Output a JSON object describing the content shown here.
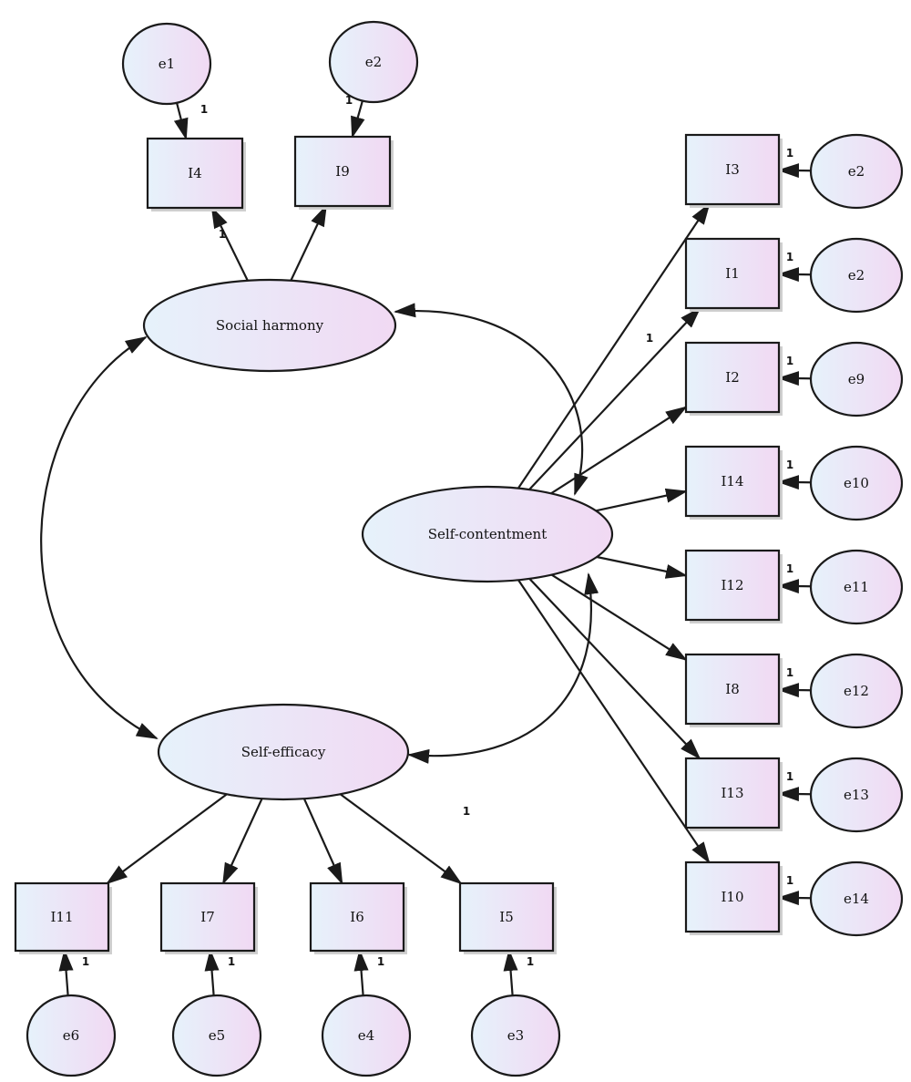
{
  "colors": {
    "fill_left": "#e6f2fb",
    "fill_right": "#f1d9f3",
    "stroke": "#1a1a1a",
    "background": "#ffffff"
  },
  "latent_variables": {
    "social_harmony": "Social harmony",
    "self_contentment": "Self-contentment",
    "self_efficacy": "Self-efficacy"
  },
  "social_harmony_items": [
    {
      "indicator": "I4",
      "error": "e1",
      "error_weight": "1",
      "loading": "1"
    },
    {
      "indicator": "I9",
      "error": "e2",
      "error_weight": "1",
      "loading": ""
    }
  ],
  "self_contentment_items": [
    {
      "indicator": "I3",
      "error": "e2",
      "error_weight": "1",
      "loading": ""
    },
    {
      "indicator": "I1",
      "error": "e2",
      "error_weight": "1",
      "loading": "1"
    },
    {
      "indicator": "I2",
      "error": "e9",
      "error_weight": "1",
      "loading": ""
    },
    {
      "indicator": "I14",
      "error": "e10",
      "error_weight": "1",
      "loading": ""
    },
    {
      "indicator": "I12",
      "error": "e11",
      "error_weight": "1",
      "loading": ""
    },
    {
      "indicator": "I8",
      "error": "e12",
      "error_weight": "1",
      "loading": ""
    },
    {
      "indicator": "I13",
      "error": "e13",
      "error_weight": "1",
      "loading": ""
    },
    {
      "indicator": "I10",
      "error": "e14",
      "error_weight": "1",
      "loading": ""
    }
  ],
  "self_efficacy_items": [
    {
      "indicator": "I11",
      "error": "e6",
      "error_weight": "1",
      "loading": ""
    },
    {
      "indicator": "I7",
      "error": "e5",
      "error_weight": "1",
      "loading": ""
    },
    {
      "indicator": "I6",
      "error": "e4",
      "error_weight": "1",
      "loading": ""
    },
    {
      "indicator": "I5",
      "error": "e3",
      "error_weight": "1",
      "loading": "1"
    }
  ]
}
